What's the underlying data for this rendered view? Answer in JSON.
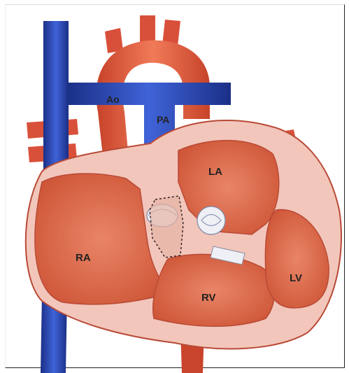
{
  "labels": {
    "ao": "Ao",
    "pa": "PA",
    "la": "LA",
    "ra": "RA",
    "rv": "RV",
    "lv": "LV"
  },
  "colors": {
    "background": "#ffffff",
    "artery_red": "#e0563a",
    "artery_dark": "#b93a22",
    "vein_blue": "#2d4cc0",
    "vein_dark": "#1b2f86",
    "chamber_fill": "#de6a52",
    "myocardium_pink": "#f2c6bb",
    "valve_white": "#eef0f6",
    "patch_dashed": "#2a1a1a",
    "label_text": "#222222"
  }
}
